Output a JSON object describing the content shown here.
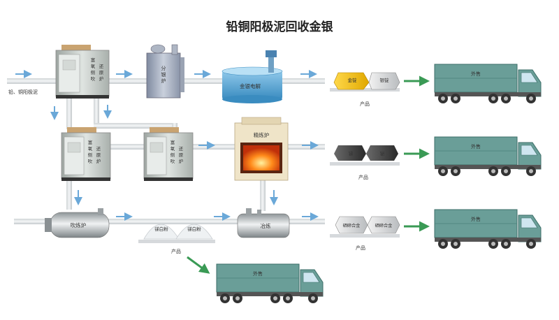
{
  "title": "铅铜阳极泥回收金银",
  "input_label": "铅、铜阳极泥",
  "equipment": {
    "furnace1": [
      "富",
      "氧",
      "侧",
      "吹",
      "还",
      "原",
      "炉"
    ],
    "furnace2": [
      "富",
      "氧",
      "侧",
      "吹",
      "还",
      "原",
      "炉"
    ],
    "furnace3": [
      "富",
      "氧",
      "侧",
      "吹",
      "还",
      "原",
      "炉"
    ],
    "separation": [
      "分",
      "银",
      "炉"
    ],
    "electrolysis": "金银电解",
    "refining": "精炼炉",
    "blowing": "吹炼炉",
    "smelting": "冶炼"
  },
  "products": {
    "row1": [
      "金锭",
      "银锭"
    ],
    "row2": [
      "锑",
      "铋"
    ],
    "row3": [
      "硒碲合金",
      "硒碲合金"
    ],
    "powders": [
      "锑白粉",
      "锑白粉"
    ],
    "label": "产品"
  },
  "truck_label": "外售",
  "colors": {
    "furnace": "#c5ccc8",
    "teal": "#6a9e98",
    "arrow_blue": "#6aa8d8",
    "arrow_green": "#3a9a55",
    "gold": "#f2c200"
  }
}
